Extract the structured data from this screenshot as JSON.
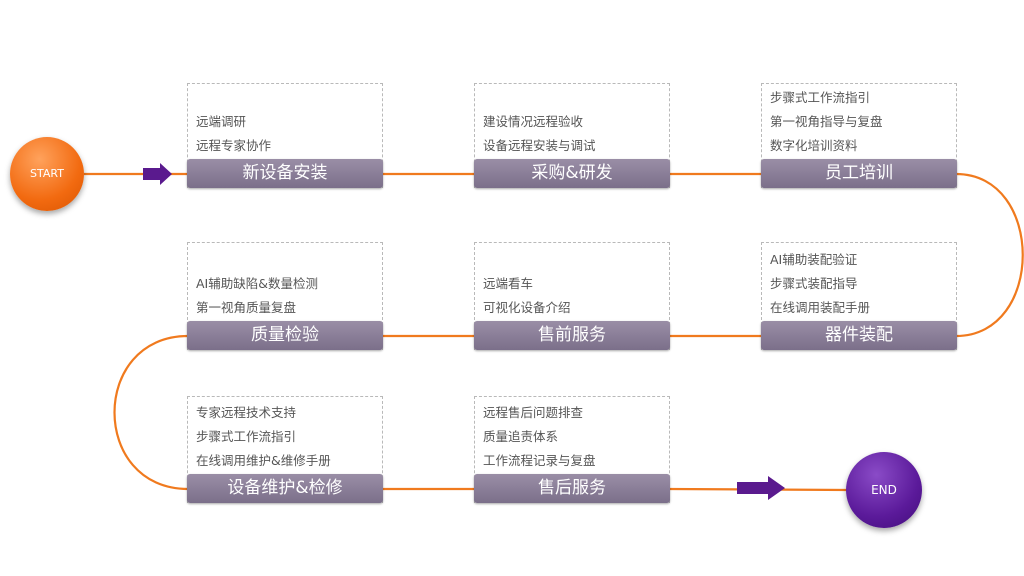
{
  "colors": {
    "line": "#f07a1e",
    "title_bar": "#7b6f8a",
    "start": "#f26a10",
    "end": "#5b1a9a",
    "arrow": "#5a1a8e"
  },
  "start_label": "START",
  "end_label": "END",
  "steps": [
    {
      "title": "新设备安装",
      "items": [
        "远端调研",
        "远程专家协作"
      ]
    },
    {
      "title": "采购&研发",
      "items": [
        "建设情况远程验收",
        "设备远程安装与调试"
      ]
    },
    {
      "title": "员工培训",
      "items": [
        "步骤式工作流指引",
        "第一视角指导与复盘",
        "数字化培训资料"
      ]
    },
    {
      "title": "质量检验",
      "items": [
        "AI辅助缺陷&数量检测",
        "第一视角质量复盘"
      ]
    },
    {
      "title": "售前服务",
      "items": [
        "远端看车",
        "可视化设备介绍"
      ]
    },
    {
      "title": "器件装配",
      "items": [
        "AI辅助装配验证",
        "步骤式装配指导",
        "在线调用装配手册"
      ]
    },
    {
      "title": "设备维护&检修",
      "items": [
        "专家远程技术支持",
        "步骤式工作流指引",
        "在线调用维护&维修手册"
      ]
    },
    {
      "title": "售后服务",
      "items": [
        "远程售后问题排查",
        "质量追责体系",
        "工作流程记录与复盘"
      ]
    }
  ]
}
